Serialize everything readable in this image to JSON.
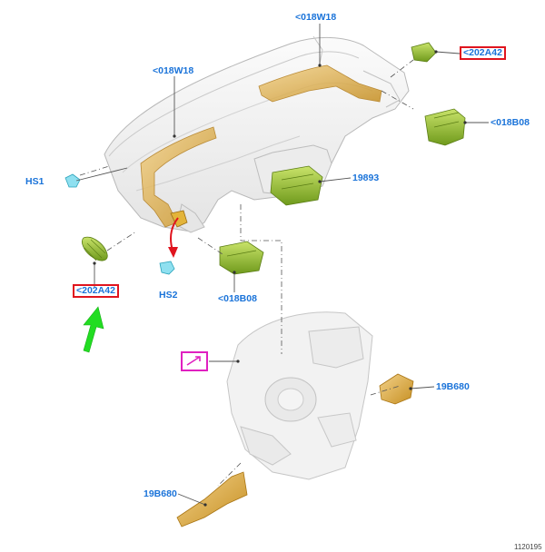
{
  "labels": {
    "duct_top": "<018W18",
    "duct_left": "<018W18",
    "module_top_right": "<202A42",
    "vent_right": "<018B08",
    "sensor_hs1": "HS1",
    "center_vent": "19893",
    "grille_left": "<202A42",
    "sensor_hs2": "HS2",
    "vent_bottom": "<018B08",
    "floor_duct_right": "19B680",
    "floor_duct_left": "19B680"
  },
  "footer_code": "1120195",
  "icon_names": {
    "pink_box": "magnify-view-icon",
    "green_arrow": "green-pointer-arrow-icon",
    "red_arrow": "red-curved-arrow-icon"
  },
  "colors": {
    "label_blue": "#1a73d9",
    "highlight_red": "#e0141e",
    "pointer_green": "#22dd22",
    "callout_magenta": "#e020c0",
    "part_green": "#8fbf2a",
    "duct_amber": "#d8a634"
  }
}
